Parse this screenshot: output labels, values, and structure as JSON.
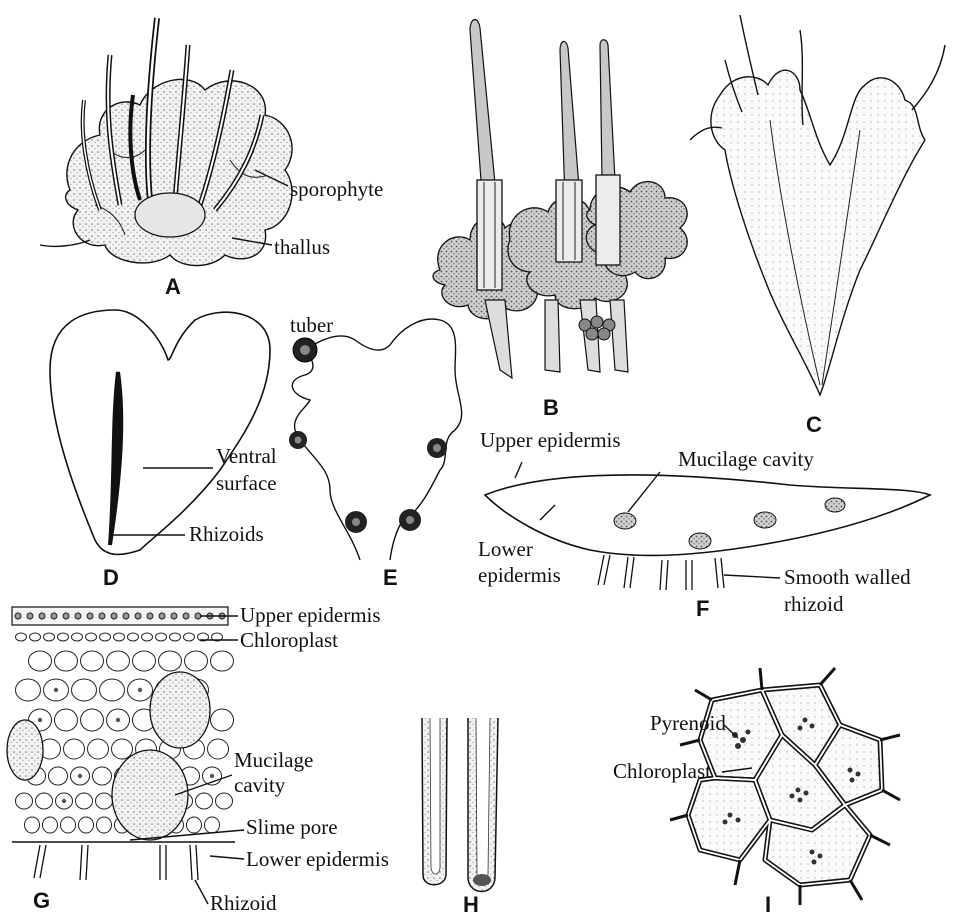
{
  "panels": [
    "A",
    "B",
    "C",
    "D",
    "E",
    "F",
    "G",
    "H",
    "I"
  ],
  "labels": {
    "a_sporophyte": "sporophyte",
    "a_thallus": "thallus",
    "d_ventral_1": "Ventral",
    "d_ventral_2": "surface",
    "d_rhizoids": "Rhizoids",
    "e_tuber": "tuber",
    "f_upper": "Upper epidermis",
    "f_mucilage": "Mucilage cavity",
    "f_lower_1": "Lower",
    "f_lower_2": "epidermis",
    "f_smooth_1": "Smooth walled",
    "f_smooth_2": "rhizoid",
    "g_upper": "Upper epidermis",
    "g_chloroplast": "Chloroplast",
    "g_mucilage_1": "Mucilage",
    "g_mucilage_2": "cavity",
    "g_slime": "Slime pore",
    "g_lower": "Lower epidermis",
    "g_rhizoid": "Rhizoid",
    "i_pyrenoid": "Pyrenoid",
    "i_chloroplast": "Chloroplast"
  }
}
